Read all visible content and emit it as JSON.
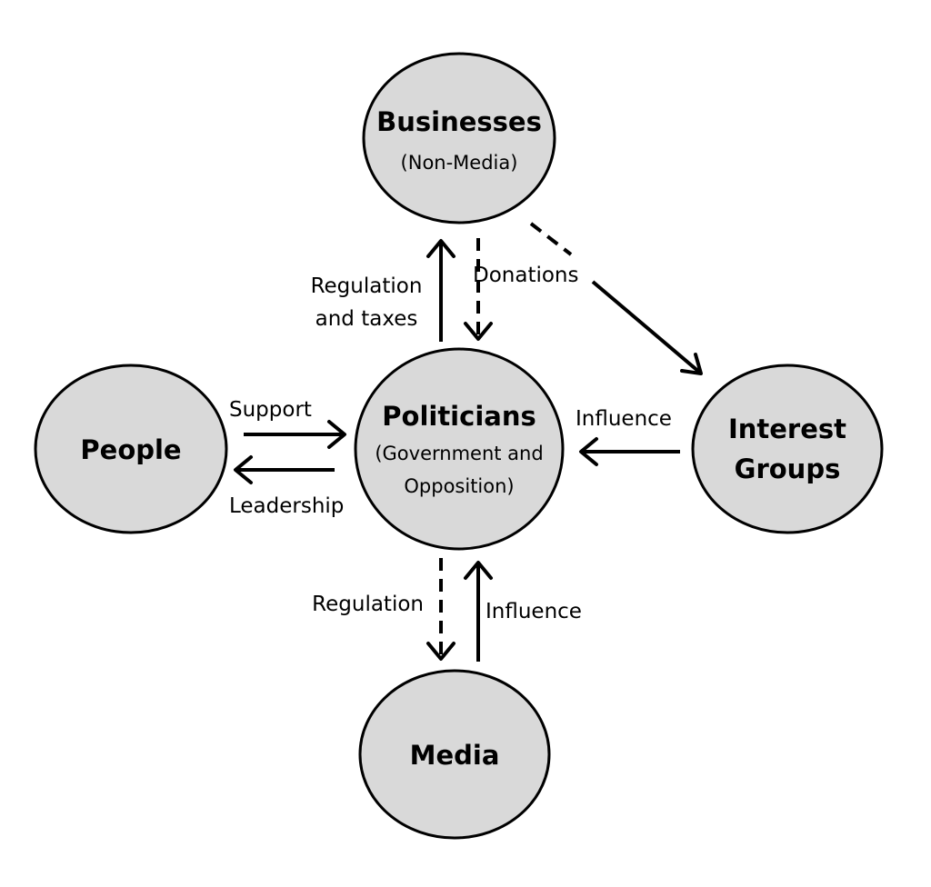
{
  "nodes": {
    "businesses": {
      "title": "Businesses",
      "subtitle": "(Non-Media)"
    },
    "politicians": {
      "title": "Politicians",
      "subtitle_line1": "(Government and",
      "subtitle_line2": "Opposition)"
    },
    "people": {
      "title": "People"
    },
    "interest_groups": {
      "title_line1": "Interest",
      "title_line2": "Groups"
    },
    "media": {
      "title": "Media"
    }
  },
  "edges": {
    "regulation_and_taxes": {
      "line1": "Regulation",
      "line2": "and taxes"
    },
    "donations": "Donations",
    "support": "Support",
    "leadership": "Leadership",
    "influence_interest": "Influence",
    "regulation_media": "Regulation",
    "influence_media": "Influence"
  },
  "colors": {
    "node_fill": "#d9d9d9",
    "stroke": "#000000"
  }
}
